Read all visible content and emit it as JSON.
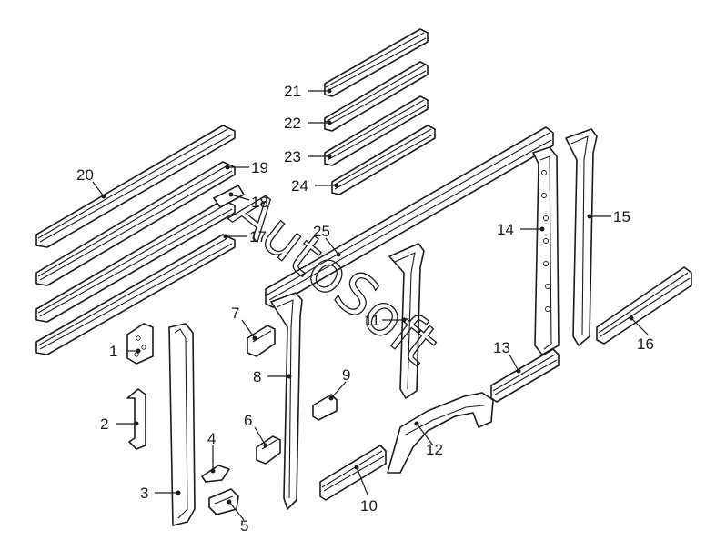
{
  "watermark": "AutoSoft",
  "callouts": [
    "1",
    "2",
    "3",
    "4",
    "5",
    "6",
    "7",
    "8",
    "9",
    "10",
    "11",
    "12",
    "13",
    "14",
    "15",
    "16",
    "17",
    "18",
    "19",
    "20",
    "21",
    "22",
    "23",
    "24",
    "25"
  ]
}
